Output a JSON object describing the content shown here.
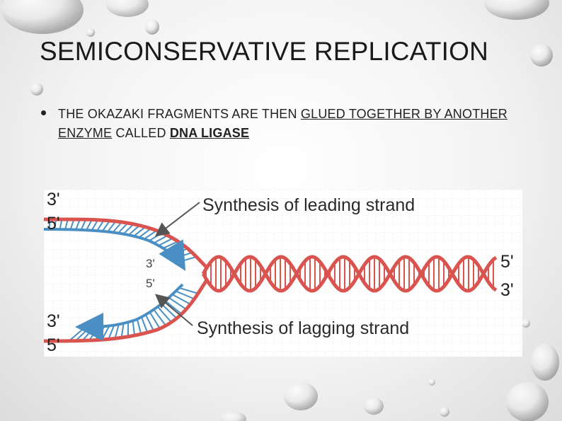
{
  "slide": {
    "title": "SEMICONSERVATIVE REPLICATION",
    "bullet": {
      "part1": "THE OKAZAKI FRAGMENTS ARE THEN ",
      "part2": "GLUED TOGETHER BY ANOTHER ENZYME",
      "part3": " CALLED ",
      "part4": "DNA LIGASE"
    }
  },
  "diagram": {
    "label_leading": "Synthesis of leading strand",
    "label_lagging": "Synthesis of lagging strand",
    "end_left_top_3": "3'",
    "end_left_top_5": "5'",
    "end_left_bottom_3": "3'",
    "end_left_bottom_5": "5'",
    "end_mid_3": "3'",
    "end_mid_5": "5'",
    "end_right_5": "5'",
    "end_right_3": "3'",
    "colors": {
      "parent_strand": "#d9534f",
      "new_strand": "#4a8fc4",
      "arrow": "#555555"
    }
  }
}
